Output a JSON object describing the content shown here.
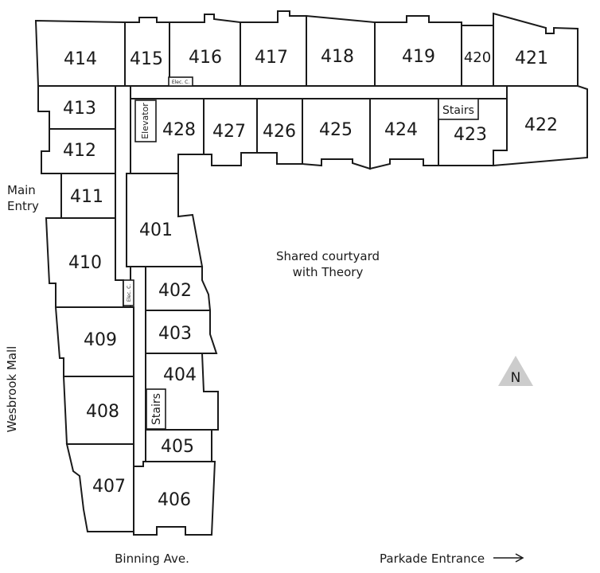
{
  "units": {
    "u414": "414",
    "u415": "415",
    "u416": "416",
    "u417": "417",
    "u418": "418",
    "u419": "419",
    "u420": "420",
    "u421": "421",
    "u422": "422",
    "u423": "423",
    "u424": "424",
    "u425": "425",
    "u426": "426",
    "u427": "427",
    "u428": "428",
    "u413": "413",
    "u412": "412",
    "u411": "411",
    "u410": "410",
    "u409": "409",
    "u408": "408",
    "u407": "407",
    "u406": "406",
    "u405": "405",
    "u404": "404",
    "u403": "403",
    "u402": "402",
    "u401": "401"
  },
  "features": {
    "elevator": "Elevator",
    "stairs_top": "Stairs",
    "stairs_bottom": "Stairs",
    "elec_top": "Elec. C.",
    "elec_left": "Elec. C."
  },
  "labels": {
    "main_entry_line1": "Main",
    "main_entry_line2": "Entry",
    "courtyard_line1": "Shared courtyard",
    "courtyard_line2": "with Theory",
    "wesbrook": "Wesbrook Mall",
    "binning": "Binning Ave.",
    "parkade": "Parkade Entrance",
    "north": "N"
  },
  "colors": {
    "line": "#1a1a1a",
    "north_marker": "#cccccc"
  }
}
